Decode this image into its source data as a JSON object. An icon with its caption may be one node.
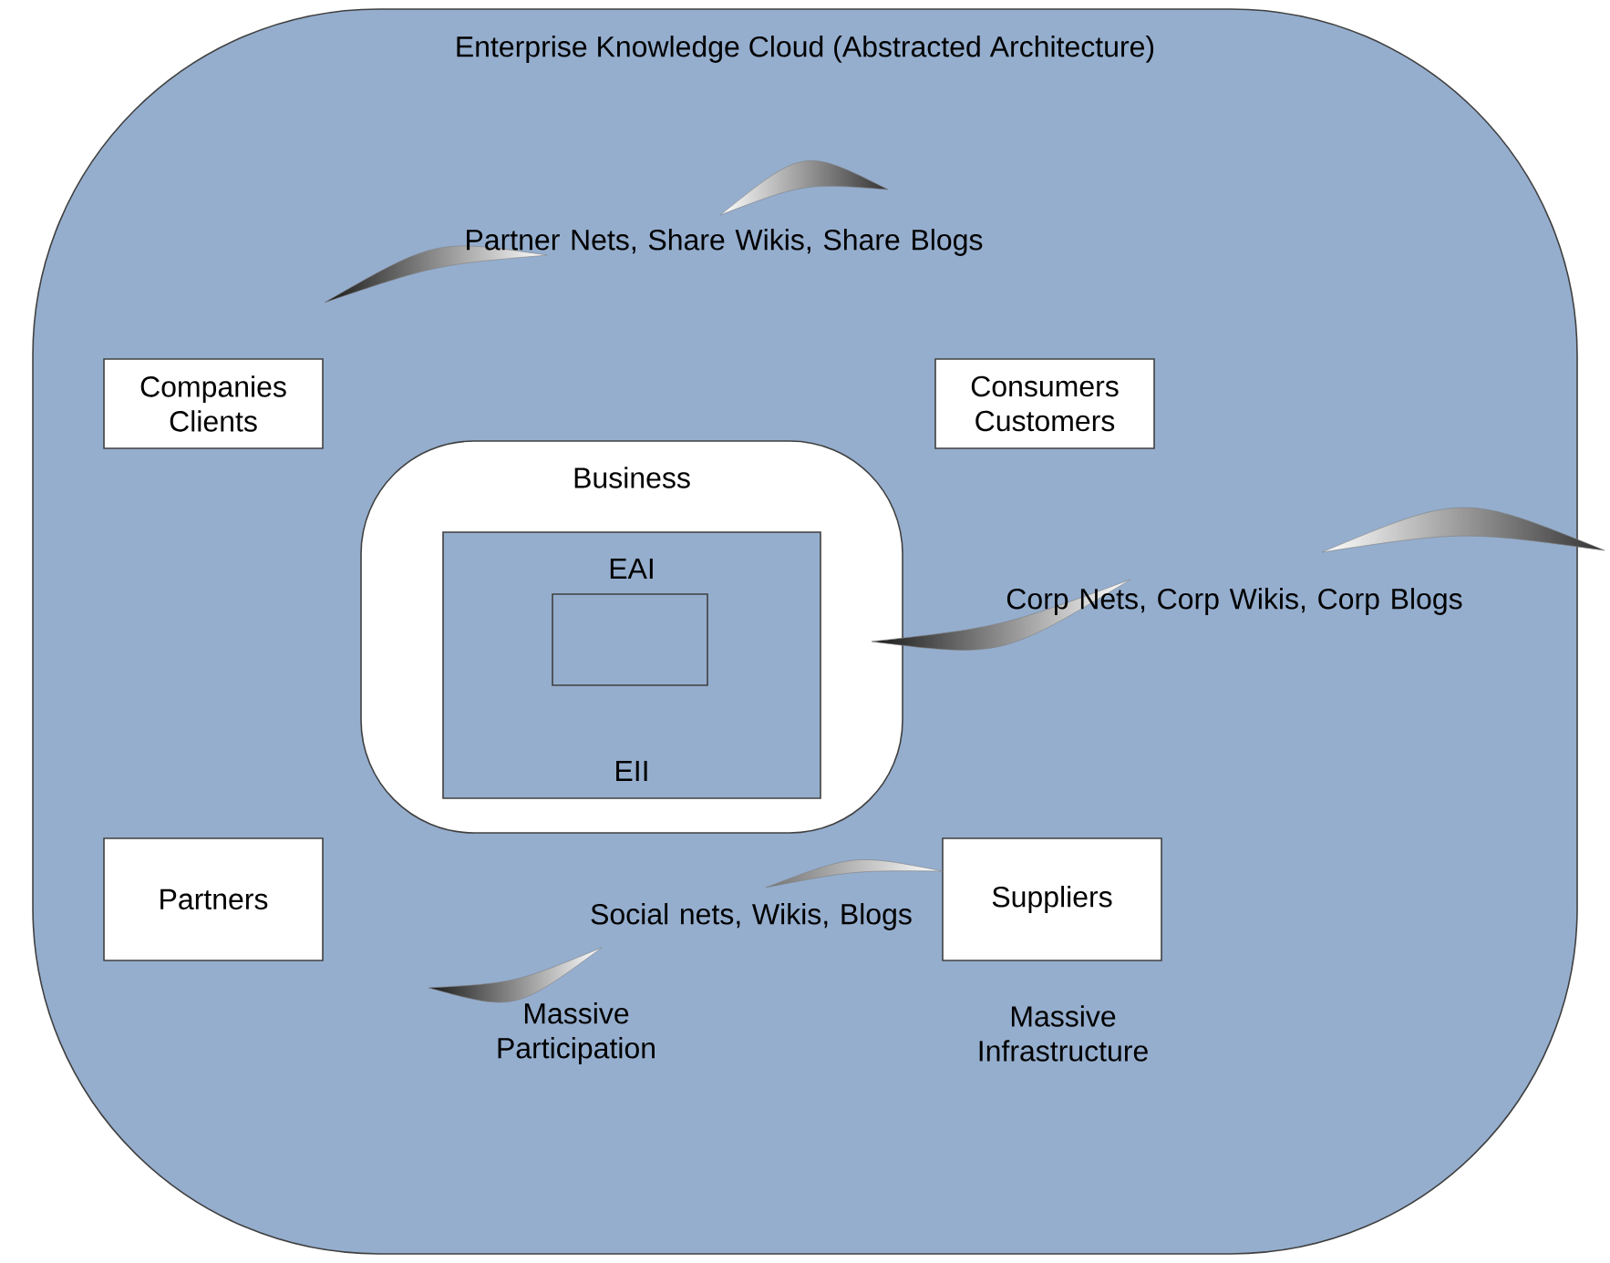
{
  "diagram": {
    "nodes": [
      {
        "text": [
          "Enterprise Knowledge Cloud (Abstracted Architecture)"
        ]
      },
      {
        "text": [
          "Companies Clients"
        ],
        "in": 0
      },
      {
        "text": [
          "Consumers Customers"
        ],
        "in": 0
      },
      {
        "text": [
          "Business"
        ],
        "in": 0
      },
      {
        "text": [
          "EAI",
          "EII"
        ],
        "in": 3
      },
      {
        "text": [],
        "shape": "box",
        "in": 4
      },
      {
        "text": [
          "Partners"
        ],
        "in": 0
      },
      {
        "text": [
          "Suppliers"
        ],
        "in": 0
      }
    ],
    "labels": [
      "Partner Nets, Share Wikis, Share Blogs",
      "Corp Nets, Corp Wikis, Corp Blogs",
      "Social nets, Wikis, Blogs",
      "Massive Participation",
      "Massive Infrastructure"
    ]
  }
}
